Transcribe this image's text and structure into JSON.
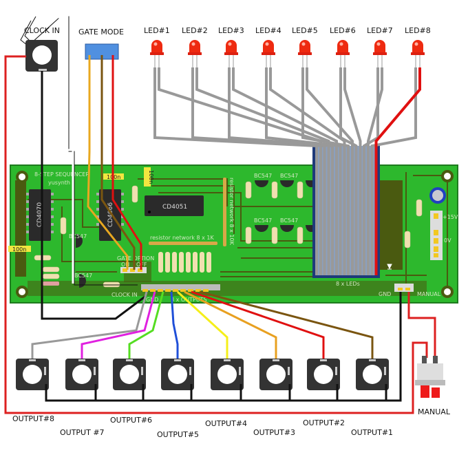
{
  "title": "8-step sequencer wiring diagram",
  "inputs": {
    "clock_in": "CLOCK IN",
    "gate_mode": "GATE MODE",
    "manual": "MANUAL"
  },
  "leds": [
    "LED#1",
    "LED#2",
    "LED#3",
    "LED#4",
    "LED#5",
    "LED#6",
    "LED#7",
    "LED#8"
  ],
  "outputs": [
    "OUTPUT#8",
    "OUTPUT #7",
    "OUTPUT#6",
    "OUTPUT#5",
    "OUTPUT#4",
    "OUTPUT#3",
    "OUTPUT#2",
    "OUTPUT#1"
  ],
  "output_wire_colors": [
    "#999999",
    "#e020e0",
    "#55dd22",
    "#1f4fd8",
    "#f5ef1a",
    "#e8a020",
    "#e01010",
    "#7a5510"
  ],
  "gate_wire_colors": [
    "#e8a820",
    "#7a5510",
    "#e01010"
  ],
  "pcb": {
    "colors": {
      "board": "#2db82d",
      "ground": "#4a5a10",
      "pad": "#f2e640"
    },
    "chips": [
      "CD4070",
      "CD4066",
      "CD4051"
    ],
    "transistor_label": "BC547",
    "capacitor_label": "100n",
    "resistor_network_1k": "resistor network 8 x 1K",
    "resistor_network_10k": "resistor network 8 x 10K",
    "gate_option": "GATE OPTION",
    "gate_on": "ON",
    "gate_off": "OFF",
    "clock_in": "CLOCK IN",
    "gnd": "GND",
    "outputs_connector": "8 x OUTPUTS",
    "leds_connector": "8 x LEDs",
    "manual": "MANUAL",
    "plus15v": "+15V",
    "zero_v": "0V",
    "board_title": "8-STEP SEQUENCER",
    "brand": "yusynth"
  }
}
